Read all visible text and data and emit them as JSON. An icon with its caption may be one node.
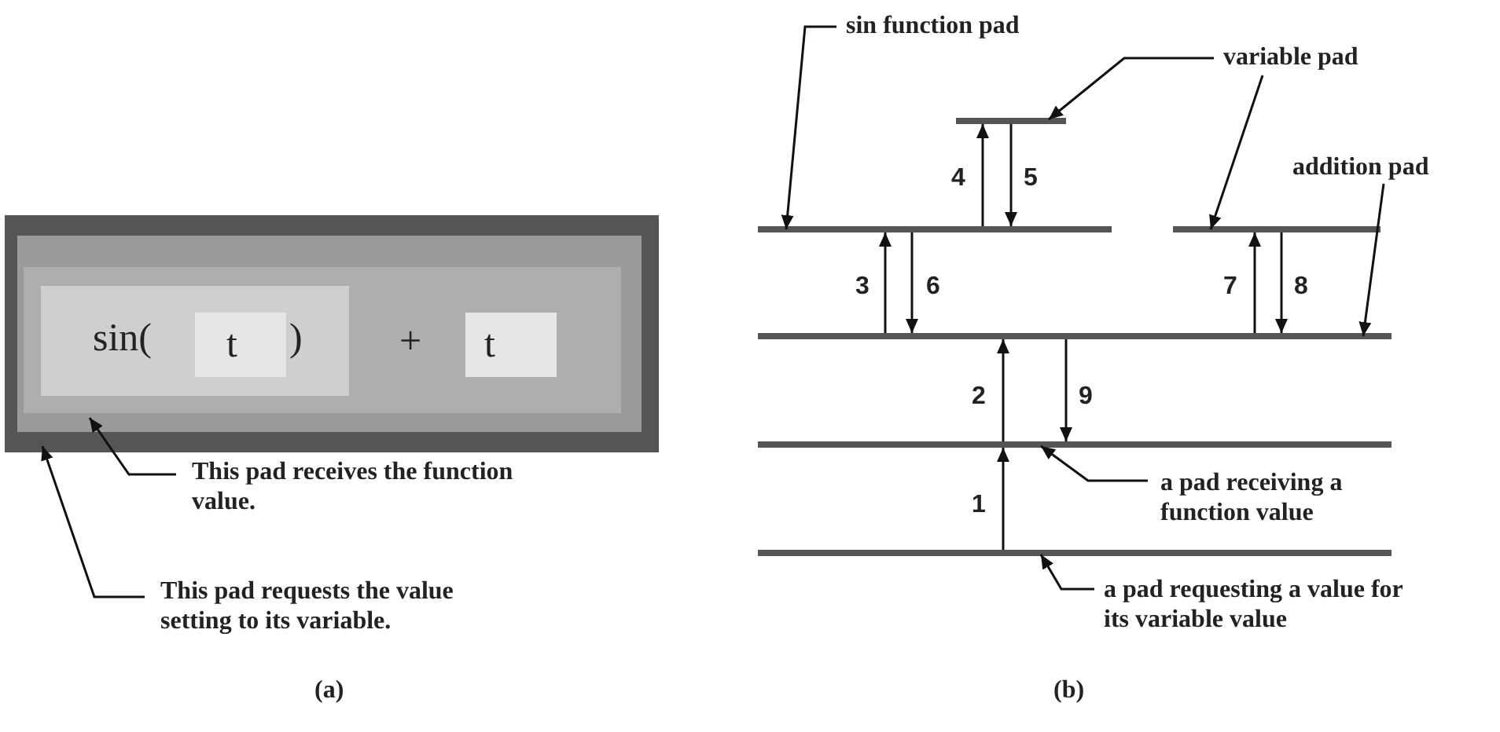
{
  "diagram": {
    "nodes": [
      {
        "text": [],
        "shape": "box"
      },
      {
        "text": [],
        "shape": "box",
        "in": 0
      },
      {
        "text": [],
        "shape": "box",
        "in": 1
      },
      {
        "text": [
          "sin(",
          ")"
        ],
        "in": 2
      },
      {
        "text": [
          "t"
        ],
        "in": 3
      },
      {
        "text": [
          "t"
        ],
        "in": 2
      },
      {
        "text": [
          "This pad receives the function value."
        ]
      },
      {
        "text": [
          "This pad requests the value setting to its variable."
        ]
      },
      {
        "text": [
          "sin function pad"
        ]
      },
      {
        "text": [
          "variable pad"
        ]
      },
      {
        "text": [
          "addition pad"
        ]
      },
      {
        "text": [
          "a pad receiving a function value"
        ]
      },
      {
        "text": [
          "a pad requesting a value for its variable value"
        ]
      },
      {
        "text": [],
        "shape": "bar"
      },
      {
        "text": [],
        "shape": "bar"
      },
      {
        "text": [],
        "shape": "bar"
      },
      {
        "text": [],
        "shape": "bar"
      },
      {
        "text": [],
        "shape": "bar"
      },
      {
        "text": [],
        "shape": "bar"
      }
    ],
    "edges": [
      {
        "from": 6,
        "to": 1,
        "arrow": "to"
      },
      {
        "from": 7,
        "to": 0,
        "arrow": "to"
      },
      {
        "from": 8,
        "to": 14,
        "arrow": "to"
      },
      {
        "from": 9,
        "to": 13,
        "arrow": "to"
      },
      {
        "from": 9,
        "to": 15,
        "arrow": "to"
      },
      {
        "from": 10,
        "to": 16,
        "arrow": "to"
      },
      {
        "from": 11,
        "to": 17,
        "arrow": "to"
      },
      {
        "from": 12,
        "to": 18,
        "arrow": "to"
      },
      {
        "from": 18,
        "to": 17,
        "arrow": "to",
        "label": "1"
      },
      {
        "from": 17,
        "to": 16,
        "arrow": "to",
        "label": "2"
      },
      {
        "from": 16,
        "to": 14,
        "arrow": "to",
        "label": "3"
      },
      {
        "from": 14,
        "to": 13,
        "arrow": "to",
        "label": "4"
      },
      {
        "from": 13,
        "to": 14,
        "arrow": "to",
        "label": "5"
      },
      {
        "from": 14,
        "to": 16,
        "arrow": "to",
        "label": "6"
      },
      {
        "from": 16,
        "to": 15,
        "arrow": "to",
        "label": "7"
      },
      {
        "from": 15,
        "to": 16,
        "arrow": "to",
        "label": "8"
      },
      {
        "from": 16,
        "to": 17,
        "arrow": "to",
        "label": "9"
      }
    ],
    "labels": [
      "+",
      "(a)",
      "(b)"
    ]
  }
}
